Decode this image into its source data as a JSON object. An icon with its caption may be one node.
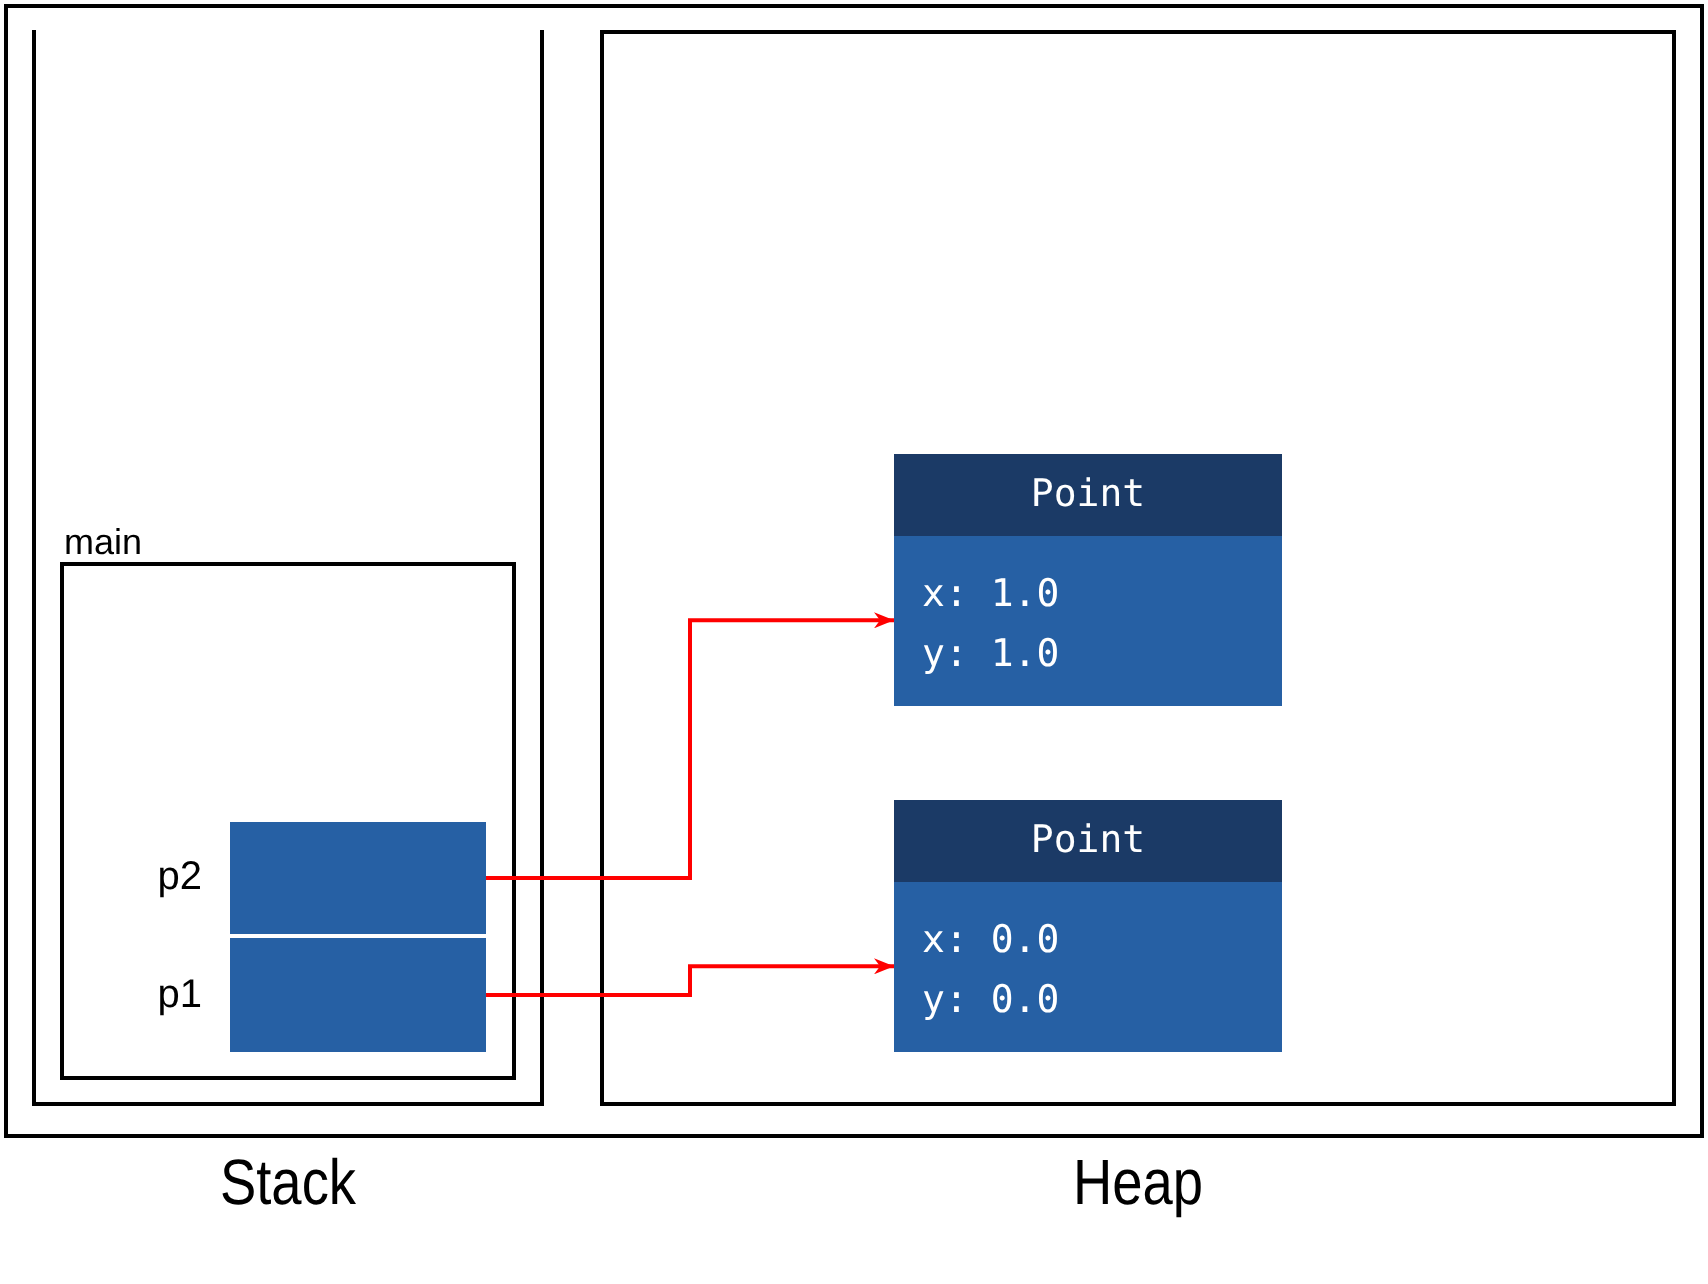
{
  "diagram": {
    "nodes": [
      {
        "text": [
          "Stack"
        ]
      },
      {
        "text": [
          "Heap"
        ]
      },
      {
        "text": [
          "main"
        ],
        "in": 0
      },
      {
        "text": [],
        "shape": "box",
        "beside": [
          "p2"
        ],
        "in": 2
      },
      {
        "text": [],
        "shape": "box",
        "beside": [
          "p1"
        ],
        "in": 2
      },
      {
        "text": [
          "Point",
          "x: 1.0",
          "y: 1.0"
        ],
        "in": 1
      },
      {
        "text": [
          "Point",
          "x: 0.0",
          "y: 0.0"
        ],
        "in": 1
      }
    ],
    "edges": [
      {
        "from": 3,
        "to": 5,
        "arrow": "to"
      },
      {
        "from": 4,
        "to": 6,
        "arrow": "to"
      }
    ]
  }
}
